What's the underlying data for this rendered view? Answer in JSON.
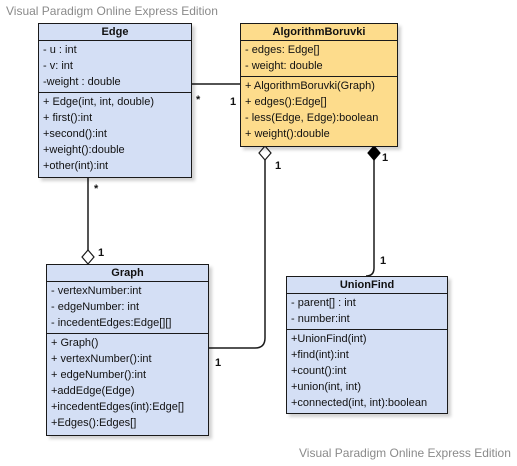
{
  "watermark_top": "Visual Paradigm Online Express Edition",
  "watermark_bottom": "Visual Paradigm Online Express Edition",
  "colors": {
    "algorithm_fill": "#fddc8c",
    "class_fill": "#d4dff5",
    "line": "#1a1a1a"
  },
  "classes": {
    "edge": {
      "name": "Edge",
      "attributes": [
        "- u : int",
        "- v: int",
        "-weight : double"
      ],
      "operations": [
        "+ Edge(int, int, double)",
        "+ first():int",
        "+second():int",
        "+weight():double",
        "+other(int):int"
      ]
    },
    "algorithm": {
      "name": "AlgorithmBoruvki",
      "attributes": [
        "- edges: Edge[]",
        "- weight: double"
      ],
      "operations": [
        "+ AlgorithmBoruvki(Graph)",
        "+ edges():Edge[]",
        "- less(Edge, Edge):boolean",
        "+ weight():double"
      ]
    },
    "graph": {
      "name": "Graph",
      "attributes": [
        "- vertexNumber:int",
        "- edgeNumber: int",
        "- incedentEdges:Edge[][]"
      ],
      "operations": [
        "+ Graph()",
        "+ vertexNumber():int",
        "+ edgeNumber():int",
        "+addEdge(Edge)",
        "+incedentEdges(int):Edge[]",
        "+Edges():Edges[]"
      ]
    },
    "unionfind": {
      "name": "UnionFind",
      "attributes": [
        "- parent[] : int",
        "- number:int"
      ],
      "operations": [
        "+UnionFind(int)",
        "+find(int):int",
        "+count():int",
        "+union(int, int)",
        "+connected(int, int):boolean"
      ]
    }
  },
  "multiplicities": {
    "edge_algo_edge_end": "*",
    "edge_algo_algo_end": "1",
    "edge_graph_edge_end": "*",
    "edge_graph_graph_end": "1",
    "algo_graph_algo_end": "1",
    "algo_graph_graph_end": "1",
    "algo_uf_algo_end": "1",
    "algo_uf_uf_end": "1"
  }
}
